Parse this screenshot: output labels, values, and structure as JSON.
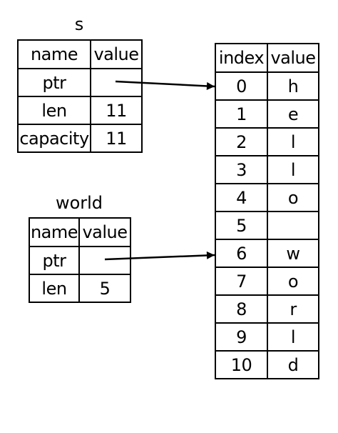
{
  "string_s": {
    "title": "s",
    "headers": [
      "name",
      "value"
    ],
    "rows": [
      [
        "ptr",
        ""
      ],
      [
        "len",
        "11"
      ],
      [
        "capacity",
        "11"
      ]
    ]
  },
  "slice_world": {
    "title": "world",
    "headers": [
      "name",
      "value"
    ],
    "rows": [
      [
        "ptr",
        ""
      ],
      [
        "len",
        "5"
      ]
    ]
  },
  "heap": {
    "headers": [
      "index",
      "value"
    ],
    "rows": [
      [
        "0",
        "h"
      ],
      [
        "1",
        "e"
      ],
      [
        "2",
        "l"
      ],
      [
        "3",
        "l"
      ],
      [
        "4",
        "o"
      ],
      [
        "5",
        ""
      ],
      [
        "6",
        "w"
      ],
      [
        "7",
        "o"
      ],
      [
        "8",
        "r"
      ],
      [
        "9",
        "l"
      ],
      [
        "10",
        "d"
      ]
    ]
  }
}
